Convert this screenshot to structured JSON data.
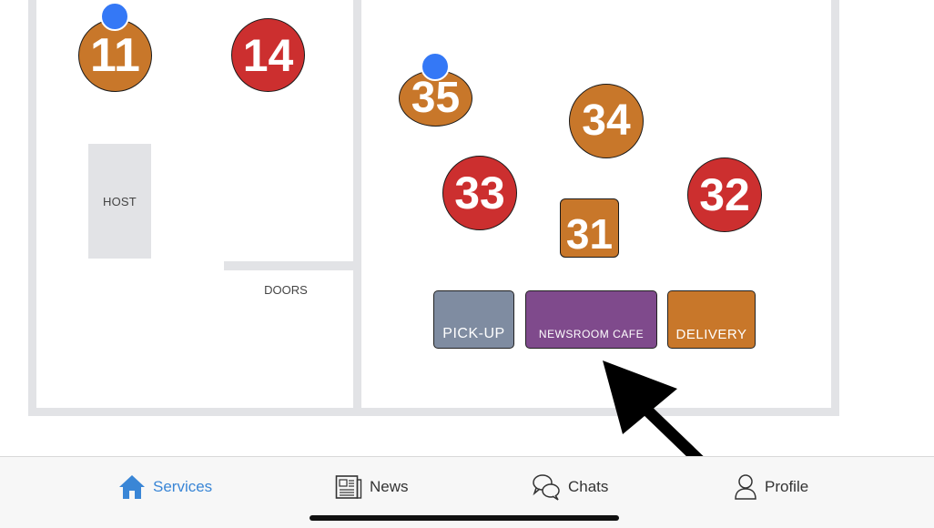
{
  "floor": {
    "host_label": "HOST",
    "doors_label": "DOORS",
    "tables": [
      {
        "number": "11",
        "status": "orange",
        "has_dot": true
      },
      {
        "number": "14",
        "status": "red",
        "has_dot": false
      },
      {
        "number": "35",
        "status": "orange",
        "has_dot": true
      },
      {
        "number": "34",
        "status": "orange",
        "has_dot": false
      },
      {
        "number": "33",
        "status": "red",
        "has_dot": false
      },
      {
        "number": "31",
        "status": "orange",
        "has_dot": false
      },
      {
        "number": "32",
        "status": "red",
        "has_dot": false
      }
    ],
    "counters": {
      "pickup": "PICK-UP",
      "cafe": "NEWSROOM CAFE",
      "delivery": "DELIVERY"
    }
  },
  "colors": {
    "orange": "#c8772a",
    "red": "#cc2f2f",
    "pickup": "#7f8ca1",
    "cafe": "#7f4a8c",
    "delivery": "#c8772a",
    "accent": "#3a86d6",
    "dot": "#3478f6"
  },
  "tabbar": {
    "tabs": [
      {
        "label": "Services",
        "icon": "home-icon",
        "active": true
      },
      {
        "label": "News",
        "icon": "newspaper-icon",
        "active": false
      },
      {
        "label": "Chats",
        "icon": "chat-bubbles-icon",
        "active": false
      },
      {
        "label": "Profile",
        "icon": "person-icon",
        "active": false
      }
    ]
  }
}
